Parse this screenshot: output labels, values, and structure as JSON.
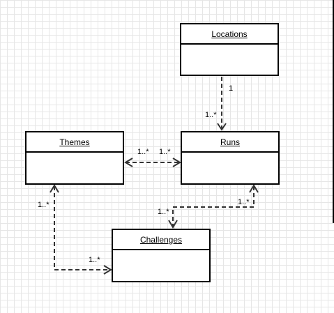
{
  "diagram": {
    "classes": {
      "locations": {
        "name": "Locations"
      },
      "runs": {
        "name": "Runs"
      },
      "themes": {
        "name": "Themes"
      },
      "challenges": {
        "name": "Challenges"
      }
    },
    "associations": [
      {
        "from": "locations",
        "to": "runs",
        "from_multiplicity": "1",
        "to_multiplicity": "1..*",
        "navigable": "to"
      },
      {
        "from": "themes",
        "to": "runs",
        "from_multiplicity": "1..*",
        "to_multiplicity": "1..*",
        "navigable": "both"
      },
      {
        "from": "runs",
        "to": "challenges",
        "from_multiplicity": "1..*",
        "to_multiplicity": "1..*",
        "navigable": "both"
      },
      {
        "from": "themes",
        "to": "challenges",
        "from_multiplicity": "1..*",
        "to_multiplicity": "1..*",
        "navigable": "both"
      }
    ]
  }
}
